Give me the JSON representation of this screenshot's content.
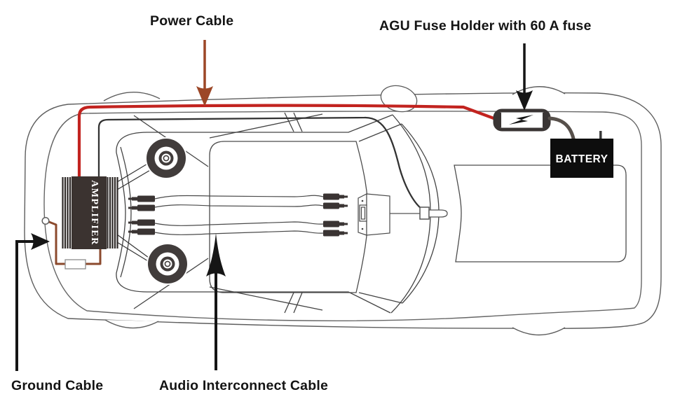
{
  "diagram": {
    "type": "car-audio-amplifier-installation",
    "labels": {
      "power_cable": "Power Cable",
      "fuse_holder": "AGU Fuse Holder with 60 A fuse",
      "ground_cable": "Ground Cable",
      "audio_interconnect": "Audio Interconnect Cable"
    },
    "components": {
      "battery": "BATTERY",
      "amplifier": "AMPLIFIER"
    },
    "colors": {
      "power_cable": "#c2231f",
      "power_arrow": "#9c4727",
      "ground_cable": "#8b4a2d",
      "battery_cable": "#57504b",
      "label_arrow": "#151515",
      "car_line": "#5e5e5e",
      "component_dark": "#3a3433"
    }
  }
}
